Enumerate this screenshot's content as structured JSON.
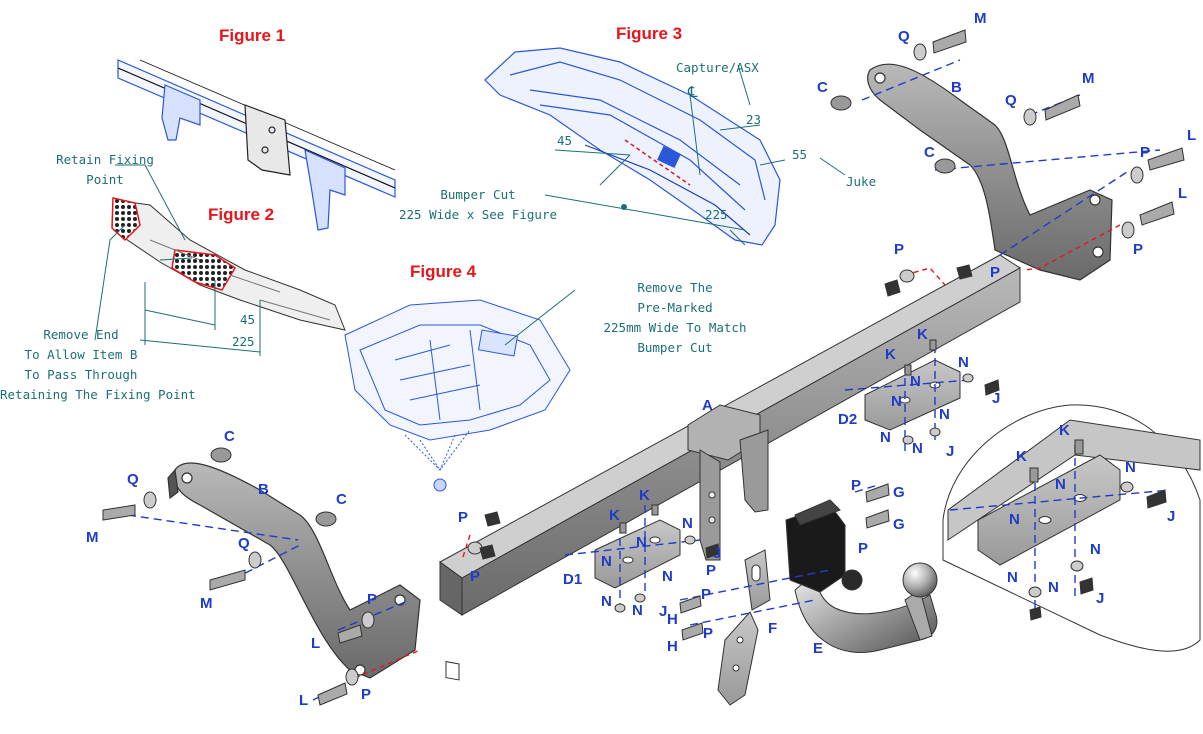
{
  "figures": [
    "Figure 1",
    "Figure 2",
    "Figure 3",
    "Figure 4"
  ],
  "notes": {
    "retain": [
      "Retain Fixing",
      "Point"
    ],
    "remove_end": [
      "Remove End",
      "To Allow Item B",
      "To Pass Through",
      "Retaining The Fixing Point"
    ],
    "bumper_cut": [
      "Bumper Cut",
      "225 Wide x See Figure"
    ],
    "premarked": [
      "Remove The",
      "Pre-Marked",
      "225mm Wide To Match",
      "Bumper Cut"
    ],
    "capture": "Capture/ASX",
    "juke": "Juke",
    "centerline": "℄"
  },
  "dims": {
    "fig2_45": "45",
    "fig2_225": "225",
    "fig3_45": "45",
    "fig3_23": "23",
    "fig3_55": "55",
    "fig3_225": "225"
  },
  "parts": {
    "A": "A",
    "B": "B",
    "C": "C",
    "D1": "D1",
    "D2": "D2",
    "E": "E",
    "F": "F",
    "G": "G",
    "H": "H",
    "J": "J",
    "K": "K",
    "L": "L",
    "M": "M",
    "N": "N",
    "P": "P",
    "Q": "Q"
  },
  "colors": {
    "figure_title": "#e8141b",
    "part_label": "#1f3cc8",
    "note": "#1c6f78",
    "steel": "#8c8c8c",
    "blueprint": "#2a58d8",
    "centerline": "#1f3cc8",
    "cut_line": "#e8141b"
  }
}
